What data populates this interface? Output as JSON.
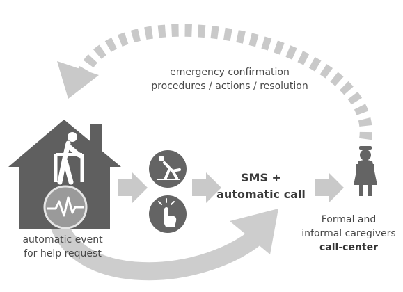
{
  "confirmation": {
    "line1": "emergency confirmation",
    "line2": "procedures / actions / resolution"
  },
  "channel": {
    "line1": "SMS +",
    "line2": "automatic call"
  },
  "event": {
    "line1": "automatic event",
    "line2": "for help request"
  },
  "caregivers": {
    "line1": "Formal and",
    "line2": "informal caregivers",
    "line3": "call-center"
  },
  "icons": {
    "house": "house-with-elderly-walker-icon",
    "heartbeat": "heartbeat-monitor-icon",
    "fall": "falling-person-icon",
    "press": "finger-press-button-icon",
    "nurse": "nurse-icon"
  },
  "colors": {
    "dark": "#5f5f5f",
    "arrow": "#c9c9c9",
    "circle": "#646464",
    "text": "#474747"
  }
}
